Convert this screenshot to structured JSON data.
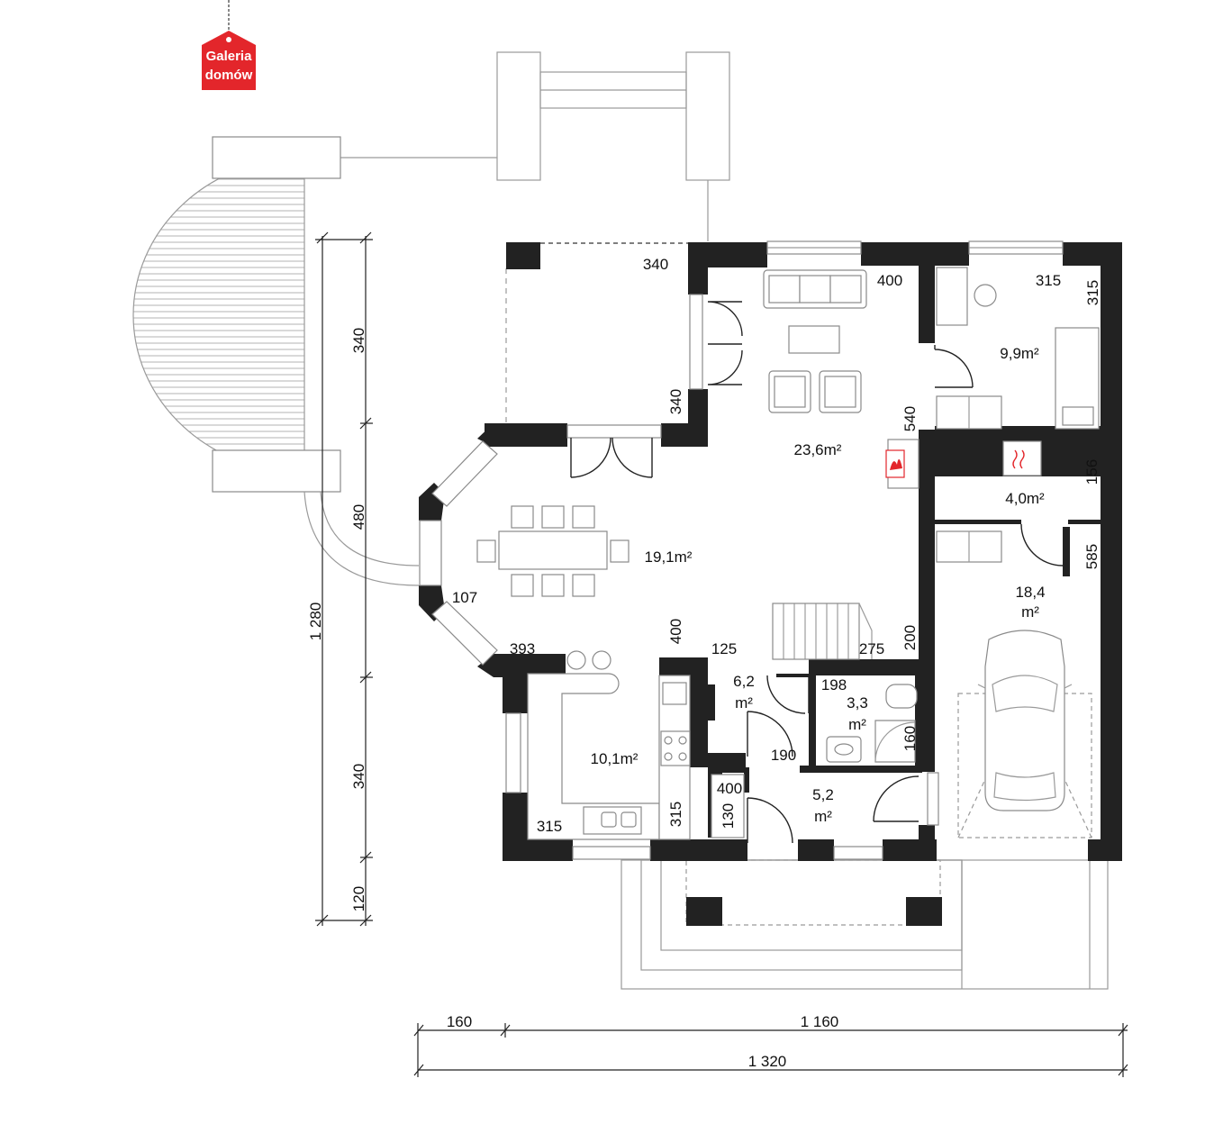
{
  "logo": {
    "line1": "Galeria",
    "line2": "domów",
    "color": "#e3262b"
  },
  "rooms": {
    "living": "23,6m²",
    "dining": "19,1m²",
    "kitchen": "10,1m²",
    "office": "9,9m²",
    "boiler": "4,0m²",
    "garage_a": "18,4",
    "garage_b": "m²",
    "hall_a": "6,2",
    "hall_b": "m²",
    "wc_a": "3,3",
    "wc_b": "m²",
    "vestibule_a": "5,2",
    "vestibule_b": "m²"
  },
  "dims": {
    "terrace_w": "340",
    "living_w": "400",
    "office_w": "315",
    "office_h": "315",
    "terrace_h": "340",
    "living_h": "540",
    "boiler_h": "156",
    "garage_h": "585",
    "bay_w": "107",
    "dining_sw": "393",
    "kitchen_n": "400",
    "hall_n": "125",
    "stairs_w": "275",
    "stairs_h": "200",
    "wc_w": "198",
    "wc_h": "160",
    "hall_w": "190",
    "closet_w": "400",
    "closet_h": "130",
    "kitchen_w": "315",
    "kitchen_h": "315",
    "left_a": "340",
    "left_b": "480",
    "left_c": "340",
    "left_d": "120",
    "left_total": "1 280",
    "bottom_a": "160",
    "bottom_b": "1 160",
    "bottom_total": "1 320"
  },
  "colors": {
    "wall": "#222222",
    "line": "#9a9a9a",
    "fireplace": "#e3262b"
  }
}
